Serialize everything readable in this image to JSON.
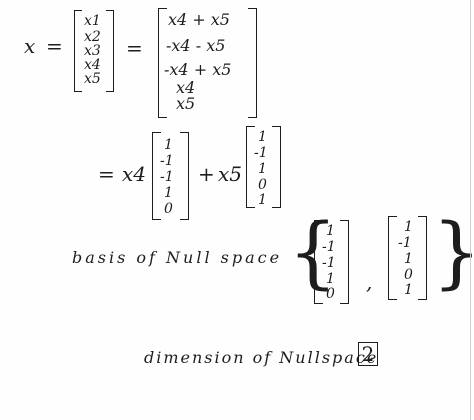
{
  "x_symbol": "x",
  "equals": "=",
  "plus": "+",
  "comma": ",",
  "x_vector": [
    "x1",
    "x2",
    "x3",
    "x4",
    "x5"
  ],
  "expanded_vector": [
    "x4 + x5",
    "-x4 - x5",
    "-x4 + x5",
    "x4",
    "x5"
  ],
  "combination": {
    "coef1": "x4",
    "coef2": "x5",
    "vec1": [
      "1",
      "-1",
      "-1",
      "1",
      "0"
    ],
    "vec2": [
      "1",
      "-1",
      "1",
      "0",
      "1"
    ]
  },
  "basis_label": "basis of Null space",
  "basis": {
    "vec1": [
      "1",
      "-1",
      "-1",
      "1",
      "0"
    ],
    "vec2": [
      "1",
      "-1",
      "1",
      "0",
      "1"
    ]
  },
  "dimension_label": "dimension of Nullspace",
  "dimension_value": "2"
}
